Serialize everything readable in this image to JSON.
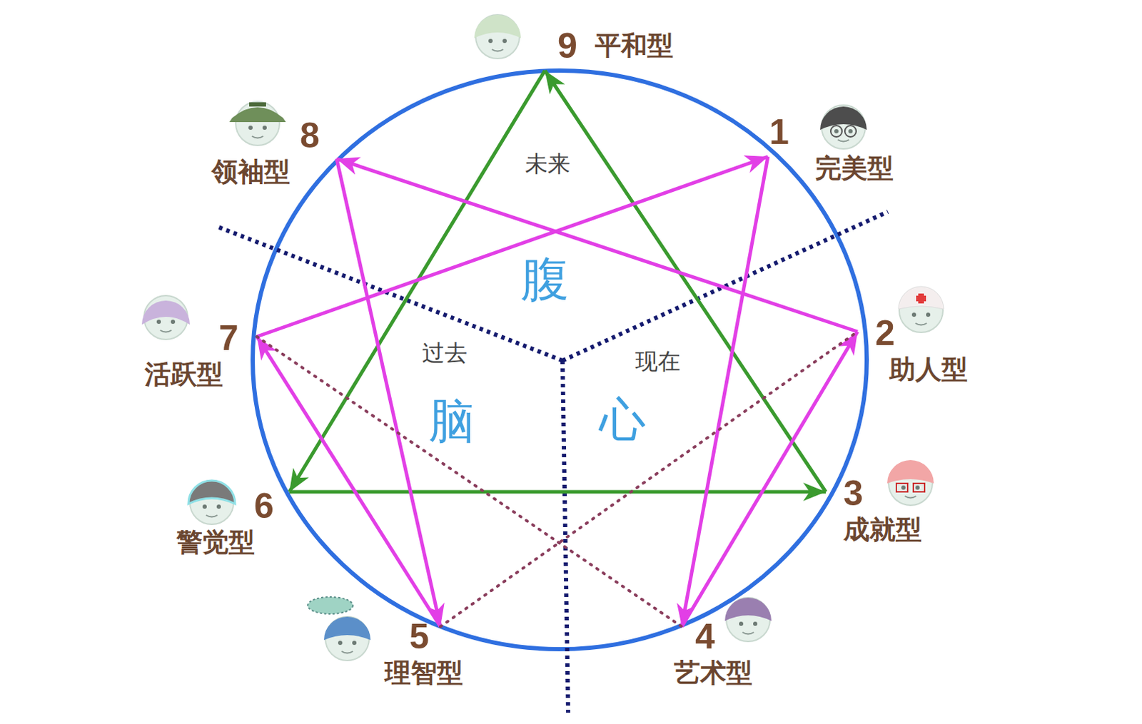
{
  "diagram": {
    "nodes": [
      {
        "text": [
          "9",
          "平和型"
        ]
      },
      {
        "text": [
          "8",
          "领袖型"
        ]
      },
      {
        "text": [
          "1",
          "完美型"
        ]
      },
      {
        "text": [
          "7",
          "活跃型"
        ]
      },
      {
        "text": [
          "2",
          "助人型"
        ]
      },
      {
        "text": [
          "6",
          "警觉型"
        ]
      },
      {
        "text": [
          "3",
          "成就型"
        ]
      },
      {
        "text": [
          "5",
          "理智型"
        ]
      },
      {
        "text": [
          "4",
          "艺术型"
        ]
      }
    ],
    "edges": [
      {
        "from": 0,
        "to": 5,
        "arrow": "to"
      },
      {
        "from": 5,
        "to": 6,
        "arrow": "to"
      },
      {
        "from": 6,
        "to": 0,
        "arrow": "to"
      },
      {
        "from": 2,
        "to": 8,
        "arrow": "to"
      },
      {
        "from": 8,
        "to": 4,
        "arrow": "to"
      },
      {
        "from": 4,
        "to": 1,
        "arrow": "to"
      },
      {
        "from": 1,
        "to": 7,
        "arrow": "to"
      },
      {
        "from": 7,
        "to": 3,
        "arrow": "to"
      },
      {
        "from": 3,
        "to": 2,
        "arrow": "to"
      },
      {
        "from": 3,
        "to": 8,
        "arrow": "none"
      },
      {
        "from": 7,
        "to": 4,
        "arrow": "none"
      }
    ],
    "labels": [
      "未来",
      "腹",
      "过去",
      "现在",
      "脑",
      "心"
    ]
  }
}
